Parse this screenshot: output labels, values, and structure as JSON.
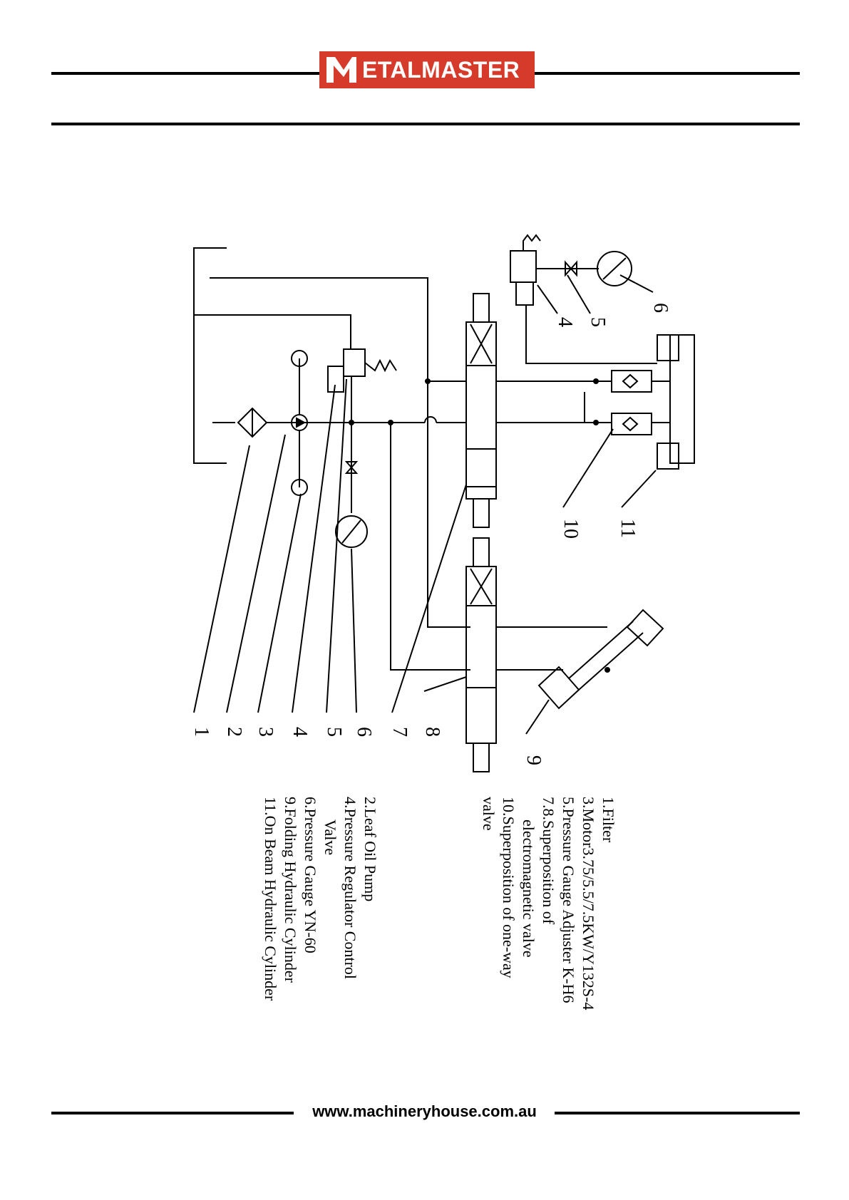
{
  "header": {
    "brand_name": "ETALMASTER",
    "logo_text": "METALMASTER",
    "brand_color": "#d63a2a"
  },
  "diagram": {
    "callouts": [
      "1",
      "2",
      "3",
      "4",
      "5",
      "6",
      "7",
      "8",
      "9",
      "10",
      "11"
    ],
    "top_callouts": [
      "4",
      "5",
      "6"
    ],
    "legend": [
      "1.Filter",
      "3.Motor3.75/5.5/7.5KW/Y132S-4",
      "5.Pressure Gauge Adjuster K-H6",
      "7.8.Superposition of",
      "electromagnetic valve",
      "10.Superposition of one-way",
      "valve",
      "2.Leaf Oil Pump",
      "4.Pressure Regulator Control",
      "Valve",
      "6.Pressure Gauge YN-60",
      "9.Folding Hydraulic Cylinder",
      "11.On Beam Hydraulic Cylinder"
    ]
  },
  "footer": {
    "url": "www.machineryhouse.com.au"
  }
}
